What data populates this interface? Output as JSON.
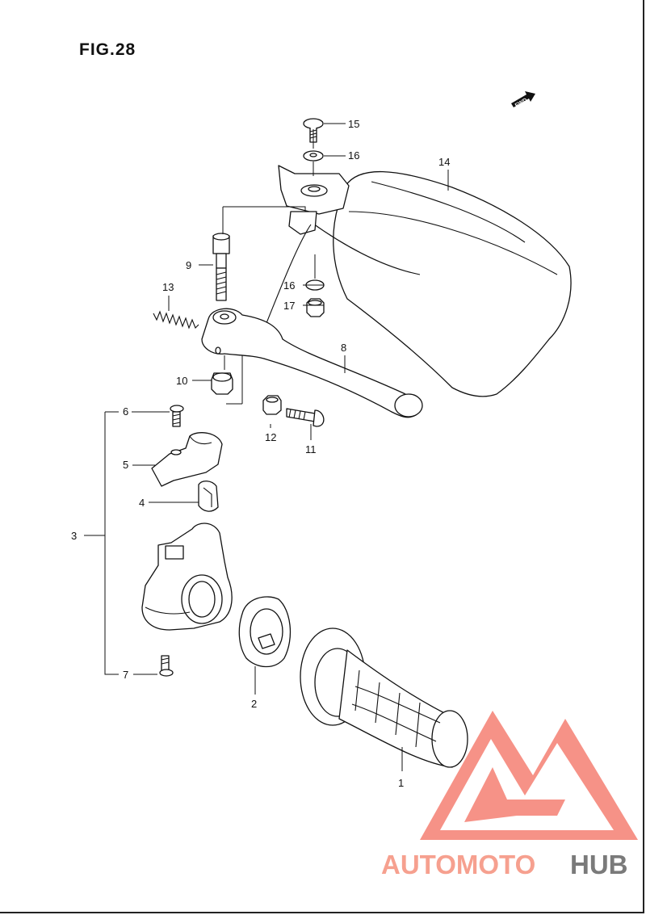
{
  "figure": {
    "title": "FIG.28",
    "fwd_label": "FWD"
  },
  "callouts": [
    {
      "id": "c1",
      "label": "1"
    },
    {
      "id": "c2",
      "label": "2"
    },
    {
      "id": "c3",
      "label": "3"
    },
    {
      "id": "c4",
      "label": "4"
    },
    {
      "id": "c5",
      "label": "5"
    },
    {
      "id": "c6",
      "label": "6"
    },
    {
      "id": "c7",
      "label": "7"
    },
    {
      "id": "c8",
      "label": "8"
    },
    {
      "id": "c9",
      "label": "9"
    },
    {
      "id": "c10",
      "label": "10"
    },
    {
      "id": "c11",
      "label": "11"
    },
    {
      "id": "c12",
      "label": "12"
    },
    {
      "id": "c13",
      "label": "13"
    },
    {
      "id": "c14",
      "label": "14"
    },
    {
      "id": "c15",
      "label": "15"
    },
    {
      "id": "c16a",
      "label": "16"
    },
    {
      "id": "c16b",
      "label": "16"
    },
    {
      "id": "c17",
      "label": "17"
    }
  ],
  "watermark": {
    "part1": "AUTOMOTO",
    "part2": "HUB",
    "color1": "#f6a08f",
    "color2": "#7a7a7a",
    "logo_color": "#f47f72"
  }
}
